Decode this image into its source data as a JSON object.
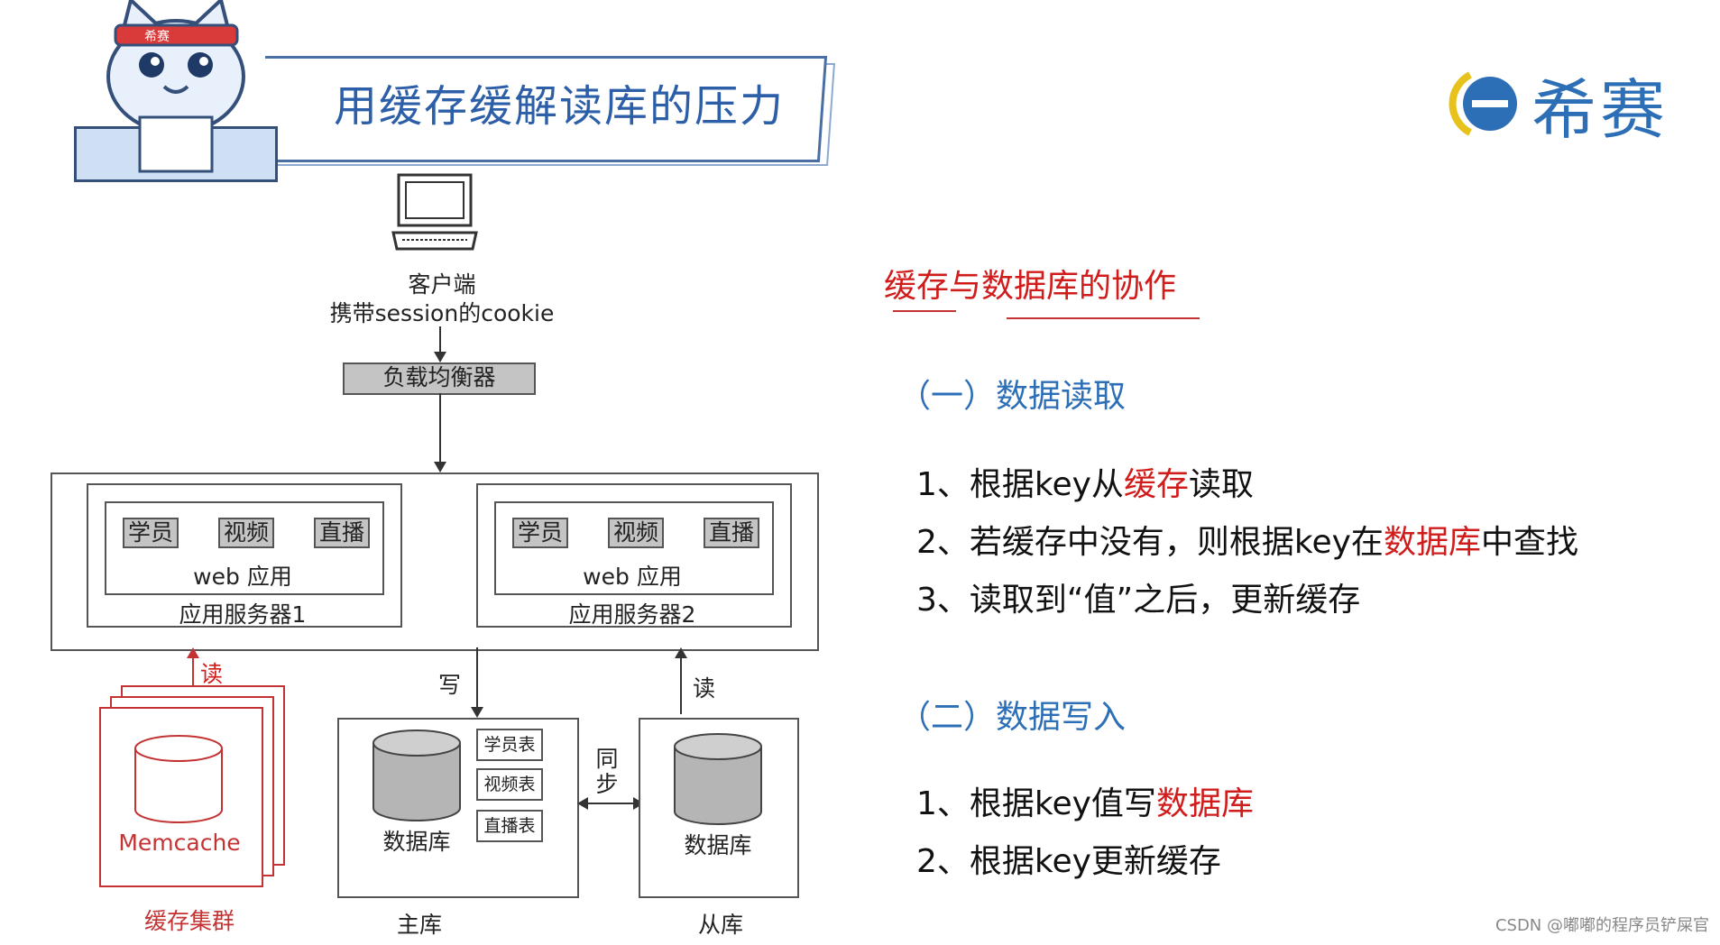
{
  "header": {
    "title": "用缓存缓解读库的压力",
    "mascot_headband": "希赛",
    "logo_text": "希赛"
  },
  "diagram": {
    "client_label": "客户端",
    "client_sublabel": "携带session的cookie",
    "load_balancer": "负载均衡器",
    "server1": {
      "modules": [
        "学员",
        "视频",
        "直播"
      ],
      "app": "web 应用",
      "name": "应用服务器1"
    },
    "server2": {
      "modules": [
        "学员",
        "视频",
        "直播"
      ],
      "app": "web 应用",
      "name": "应用服务器2"
    },
    "read_cache": "读",
    "write": "写",
    "read_slave": "读",
    "sync": "同\n步",
    "cache_name": "Memcache",
    "cache_cluster": "缓存集群",
    "master_db": "数据库",
    "master_tables": [
      "学员表",
      "视频表",
      "直播表"
    ],
    "master_label": "主库",
    "slave_db": "数据库",
    "slave_label": "从库"
  },
  "panel": {
    "title": "缓存与数据库的协作",
    "section1": "（一）数据读取",
    "read_items": [
      {
        "pre": "1、根据key从",
        "hl": "缓存",
        "post": "读取"
      },
      {
        "pre": "2、若缓存中没有，则根据key在",
        "hl": "数据库",
        "post": "中查找"
      },
      {
        "pre": "3、读取到“值”之后，更新缓存",
        "hl": "",
        "post": ""
      }
    ],
    "section2": "（二）数据写入",
    "write_items": [
      {
        "pre": "1、根据key值写",
        "hl": "数据库",
        "post": ""
      },
      {
        "pre": "2、根据key更新缓存",
        "hl": "",
        "post": ""
      }
    ]
  },
  "watermark": "CSDN @嘟嘟的程序员铲屎官",
  "colors": {
    "accent_blue": "#2d6fb6",
    "accent_red": "#d11c1c",
    "title_blue": "#2d5fa8"
  }
}
